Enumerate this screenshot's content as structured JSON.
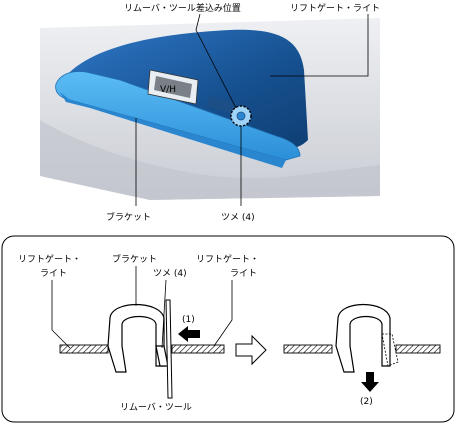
{
  "top_view": {
    "labels": {
      "remover_tool_insertion_position": "リムーバ・ツール差込み位置",
      "liftgate_light": "リフトゲート・ライト",
      "bracket": "ブラケット",
      "claw": "ツメ (4)"
    },
    "colors": {
      "lamp_blue": "#1a5aa6",
      "bracket_blue": "#3aa2e6",
      "body_gray": "#d5d8de"
    }
  },
  "section_view": {
    "labels": {
      "liftgate_light_left_line1": "リフトゲート・",
      "liftgate_light_left_line2": "ライト",
      "bracket": "ブラケット",
      "claw": "ツメ (4)",
      "liftgate_light_right_line1": "リフトゲート・",
      "liftgate_light_right_line2": "ライト",
      "step1": "(1)",
      "step2": "(2)",
      "remover_tool": "リムーバ・ツール"
    }
  }
}
